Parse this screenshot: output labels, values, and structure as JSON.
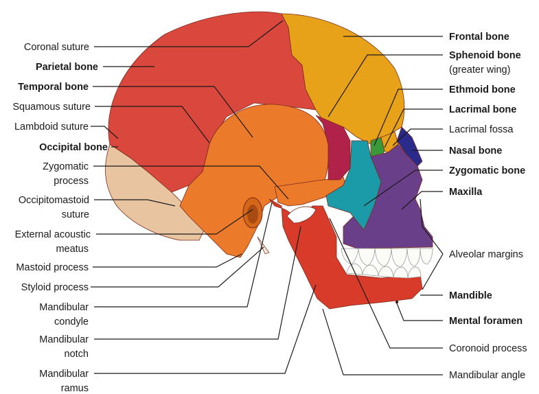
{
  "colors": {
    "parietal": "#d9473d",
    "frontal": "#e8a21a",
    "temporal": "#ec7a2b",
    "occipital": "#e8c4a0",
    "sphenoid": "#b0224a",
    "ethmoid": "#3a9a3a",
    "lacrimal": "#e8a21a",
    "nasal": "#2a2a8a",
    "zygomatic": "#1b9aa8",
    "maxilla": "#6a3f8a",
    "mandible": "#d93b2a",
    "teeth": "#fbfbf7"
  },
  "labels": {
    "coronal_suture": "Coronal suture",
    "parietal_bone": "Parietal bone",
    "temporal_bone": "Temporal bone",
    "squamous_suture": "Squamous suture",
    "lambdoid_suture": "Lambdoid suture",
    "occipital_bone": "Occipital bone",
    "zygomatic_process_1": "Zygomatic",
    "zygomatic_process_2": "process",
    "occipitomastoid_1": "Occipitomastoid",
    "occipitomastoid_2": "suture",
    "external_acoustic_1": "External acoustic",
    "external_acoustic_2": "meatus",
    "mastoid_process": "Mastoid process",
    "styloid_process": "Styloid process",
    "mandibular_condyle_1": "Mandibular",
    "mandibular_condyle_2": "condyle",
    "mandibular_notch_1": "Mandibular",
    "mandibular_notch_2": "notch",
    "mandibular_ramus_1": "Mandibular",
    "mandibular_ramus_2": "ramus",
    "frontal_bone": "Frontal bone",
    "sphenoid_bone": "Sphenoid bone",
    "sphenoid_sub": "(greater wing)",
    "ethmoid_bone": "Ethmoid bone",
    "lacrimal_bone": "Lacrimal bone",
    "lacrimal_fossa": "Lacrimal fossa",
    "nasal_bone": "Nasal bone",
    "zygomatic_bone": "Zygomatic bone",
    "maxilla": "Maxilla",
    "alveolar_margins": "Alveolar margins",
    "mandible": "Mandible",
    "mental_foramen": "Mental foramen",
    "coronoid_process": "Coronoid process",
    "mandibular_angle": "Mandibular angle"
  }
}
